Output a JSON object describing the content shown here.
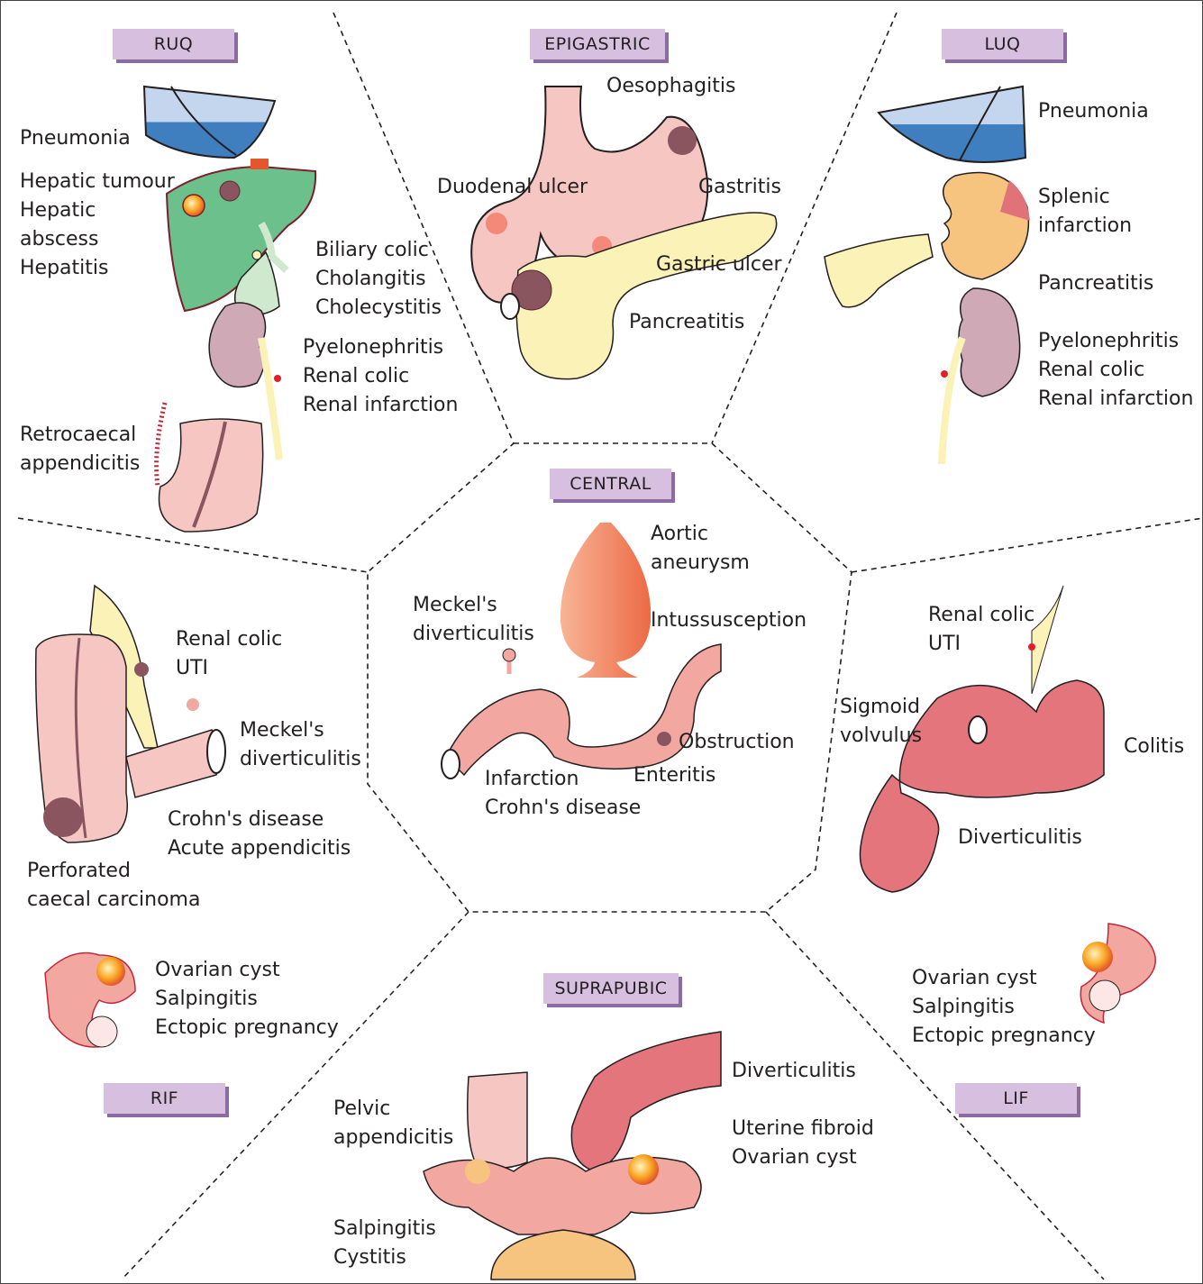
{
  "regions": {
    "ruq": "RUQ",
    "epigastric": "EPIGASTRIC",
    "luq": "LUQ",
    "central": "CENTRAL",
    "rif": "RIF",
    "suprapubic": "SUPRAPUBIC",
    "lif": "LIF"
  },
  "ruq": {
    "pneumonia": "Pneumonia",
    "hepatic": [
      "Hepatic tumour",
      "Hepatic",
      "abscess",
      "Hepatitis"
    ],
    "biliary": [
      "Biliary colic",
      "Cholangitis",
      "Cholecystitis"
    ],
    "renal": [
      "Pyelonephritis",
      "Renal colic",
      "Renal infarction"
    ],
    "appendix": [
      "Retrocaecal",
      "appendicitis"
    ]
  },
  "epigastric": {
    "oesophagitis": "Oesophagitis",
    "duodenal": "Duodenal ulcer",
    "gastritis": "Gastritis",
    "gastric_ulcer": "Gastric ulcer",
    "pancreatitis": "Pancreatitis"
  },
  "luq": {
    "pneumonia": "Pneumonia",
    "splenic": [
      "Splenic",
      "infarction"
    ],
    "pancreatitis": "Pancreatitis",
    "renal": [
      "Pyelonephritis",
      "Renal colic",
      "Renal infarction"
    ]
  },
  "central": {
    "aortic": [
      "Aortic",
      "aneurysm"
    ],
    "meckels": [
      "Meckel's",
      "diverticulitis"
    ],
    "intussusception": "Intussusception",
    "obstruction": "Obstruction",
    "enteritis": "Enteritis",
    "infarction": [
      "Infarction",
      "Crohn's disease"
    ]
  },
  "rif": {
    "renal": [
      "Renal colic",
      "UTI"
    ],
    "meckels": [
      "Meckel's",
      "diverticulitis"
    ],
    "crohns": [
      "Crohn's disease",
      "Acute appendicitis"
    ],
    "perforated": [
      "Perforated",
      "caecal carcinoma"
    ],
    "gyn": [
      "Ovarian cyst",
      "Salpingitis",
      "Ectopic pregnancy"
    ]
  },
  "lif": {
    "renal": [
      "Renal colic",
      "UTI"
    ],
    "sigmoid": [
      "Sigmoid",
      "volvulus"
    ],
    "colitis": "Colitis",
    "diverticulitis": "Diverticulitis",
    "gyn": [
      "Ovarian cyst",
      "Salpingitis",
      "Ectopic pregnancy"
    ]
  },
  "suprapubic": {
    "diverticulitis": "Diverticulitis",
    "pelvic": [
      "Pelvic",
      "appendicitis"
    ],
    "uterine": [
      "Uterine fibroid",
      "Ovarian cyst"
    ],
    "salpingitis": [
      "Salpingitis",
      "Cystitis"
    ]
  },
  "colors": {
    "region_box": "#d7bfe0",
    "region_shadow": "#8c6ba0",
    "lung": "#3f7fbf",
    "liver": "#6cc08b",
    "stomach": "#f6c6c3",
    "pancreas": "#fbf2b8",
    "spleen": "#f6c47f",
    "kidney": "#cfa9b6",
    "bowel": "#f2a7a1",
    "colon": "#e4757d",
    "aorta": "#f08a5d"
  }
}
